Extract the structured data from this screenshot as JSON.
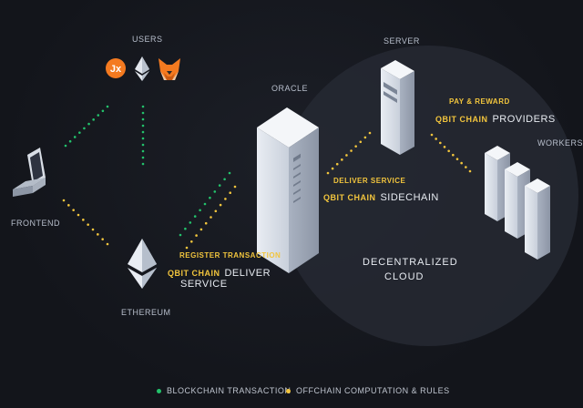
{
  "colors": {
    "blockchain": "#23c26b",
    "offchain": "#f2c53d",
    "accent_orange": "#f47a20"
  },
  "nodes": {
    "users": "USERS",
    "frontend": "FRONTEND",
    "ethereum": "ETHEREUM",
    "oracle": "ORACLE",
    "server": "SERVER",
    "workers": "WORKERS"
  },
  "labels": {
    "register_transaction": "REGISTER TRANSACTION",
    "qbit_chain_1": "QBIT CHAIN",
    "deliver": "DELIVER",
    "service": "SERVICE",
    "deliver_service": "DELIVER SERVICE",
    "qbit_chain_2": "QBIT CHAIN",
    "sidechain": "SIDECHAIN",
    "pay_reward": "PAY & REWARD",
    "qbit_chain_3": "QBIT CHAIN",
    "providers": "PROVIDERS",
    "decentralized": "DECENTRALIZED",
    "cloud": "CLOUD"
  },
  "user_icons": [
    "jx-icon",
    "ethereum-icon",
    "metamask-fox-icon"
  ],
  "jx_text": "Jx",
  "legend": [
    {
      "label": "BLOCKCHAIN TRANSACTION",
      "type": "blockchain"
    },
    {
      "label": "OFFCHAIN COMPUTATION & RULES",
      "type": "offchain"
    }
  ]
}
